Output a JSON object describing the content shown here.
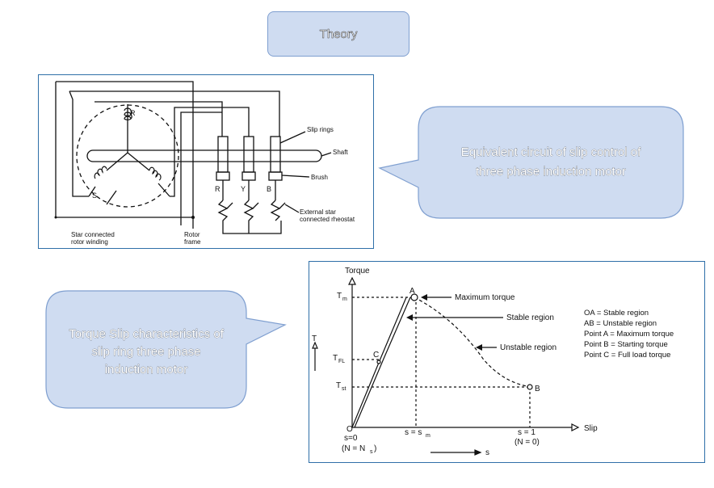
{
  "title": "Theory",
  "callouts": {
    "circuit": {
      "line1": "Equivalent circuit of slip control of",
      "line2": "three phase induction motor"
    },
    "characteristic": {
      "line1": "Torque Slip characteristics of",
      "line2": "slip ring three phase",
      "line3": "induction motor"
    }
  },
  "circuit_diagram": {
    "label_r": "R",
    "label_y": "Y",
    "label_b": "B",
    "label_s": "S",
    "slip_rings": "Slip rings",
    "shaft": "Shaft",
    "brush": "Brush",
    "rheostat_line1": "External star",
    "rheostat_line2": "connected rheostat",
    "winding_line1": "Star connected",
    "winding_line2": "rotor winding",
    "frame_line1": "Rotor",
    "frame_line2": "frame"
  },
  "torque_slip": {
    "y_axis": "Torque",
    "x_axis": "Slip",
    "t_arrow": "T",
    "tm": "T",
    "tm_sub": "m",
    "tfl": "T",
    "tfl_sub": "FL",
    "tst": "T",
    "tst_sub": "st",
    "origin": "O",
    "point_a": "A",
    "point_b": "B",
    "point_c": "C",
    "max_torque": "Maximum torque",
    "stable": "Stable region",
    "unstable": "Unstable region",
    "s0": "s=0",
    "n_ns": "(N = N",
    "n_ns_sub": "s",
    "n_ns_end": ")",
    "s_sm": "s = s",
    "s_sm_sub": "m",
    "s1": "s = 1",
    "n0": "(N = 0)",
    "s_arrow": "s",
    "legend": [
      "OA = Stable region",
      "AB = Unstable region",
      "Point A = Maximum torque",
      "Point B = Starting torque",
      "Point C = Full load torque"
    ]
  }
}
